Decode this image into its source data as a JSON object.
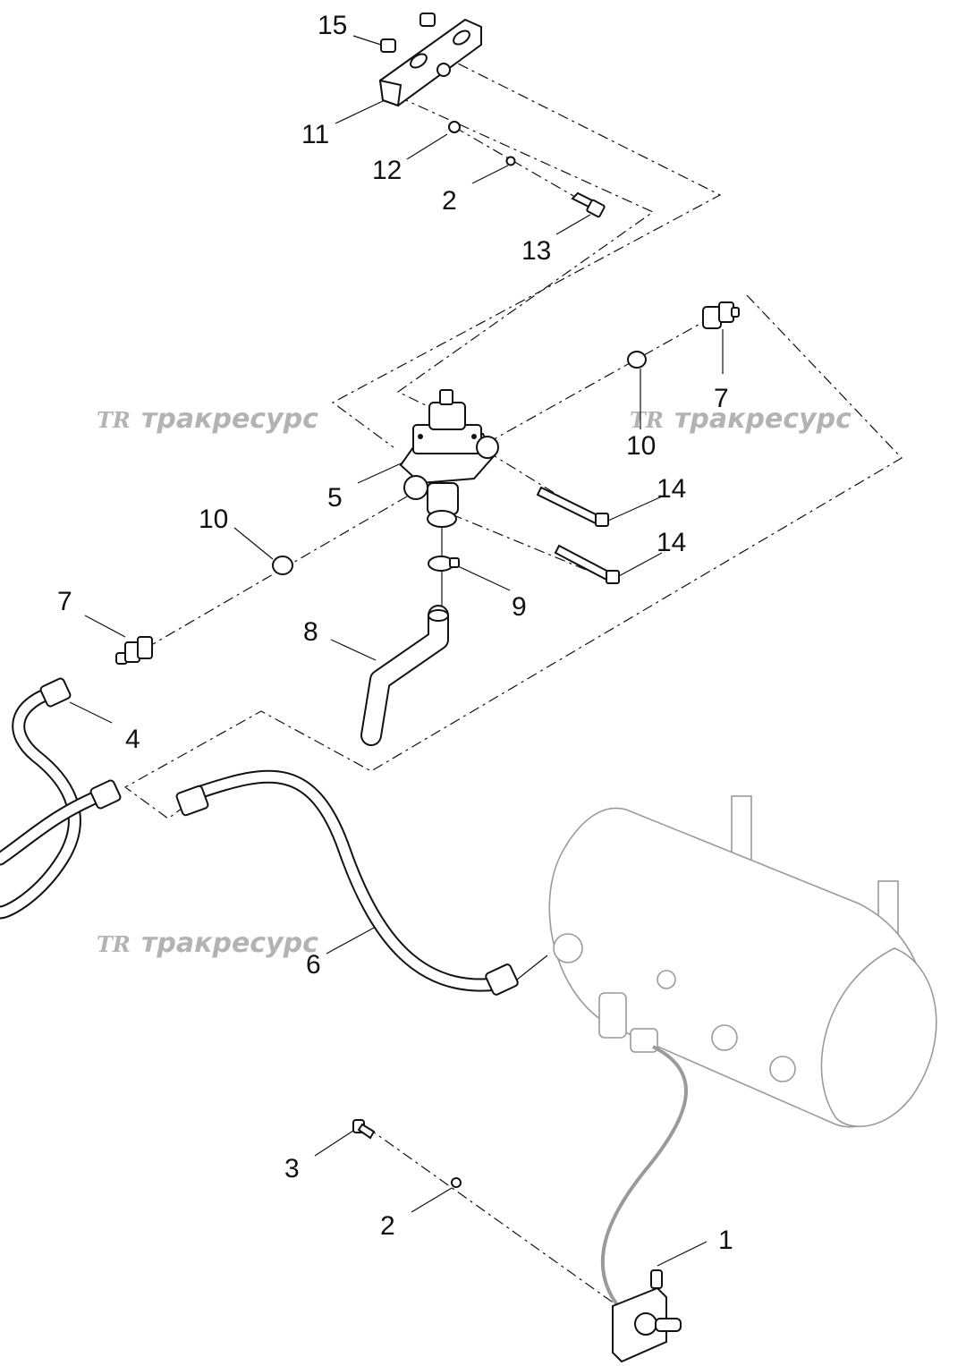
{
  "watermark": {
    "logo": "TR",
    "text": "тракресурс"
  },
  "callouts": {
    "n15": "15",
    "n11": "11",
    "n12": "12",
    "n2_top": "2",
    "n13": "13",
    "n7_right": "7",
    "n10_right": "10",
    "n5": "5",
    "n14_a": "14",
    "n14_b": "14",
    "n10_left": "10",
    "n7_left": "7",
    "n9": "9",
    "n8": "8",
    "n4": "4",
    "n6": "6",
    "n3": "3",
    "n2_bottom": "2",
    "n1": "1"
  }
}
